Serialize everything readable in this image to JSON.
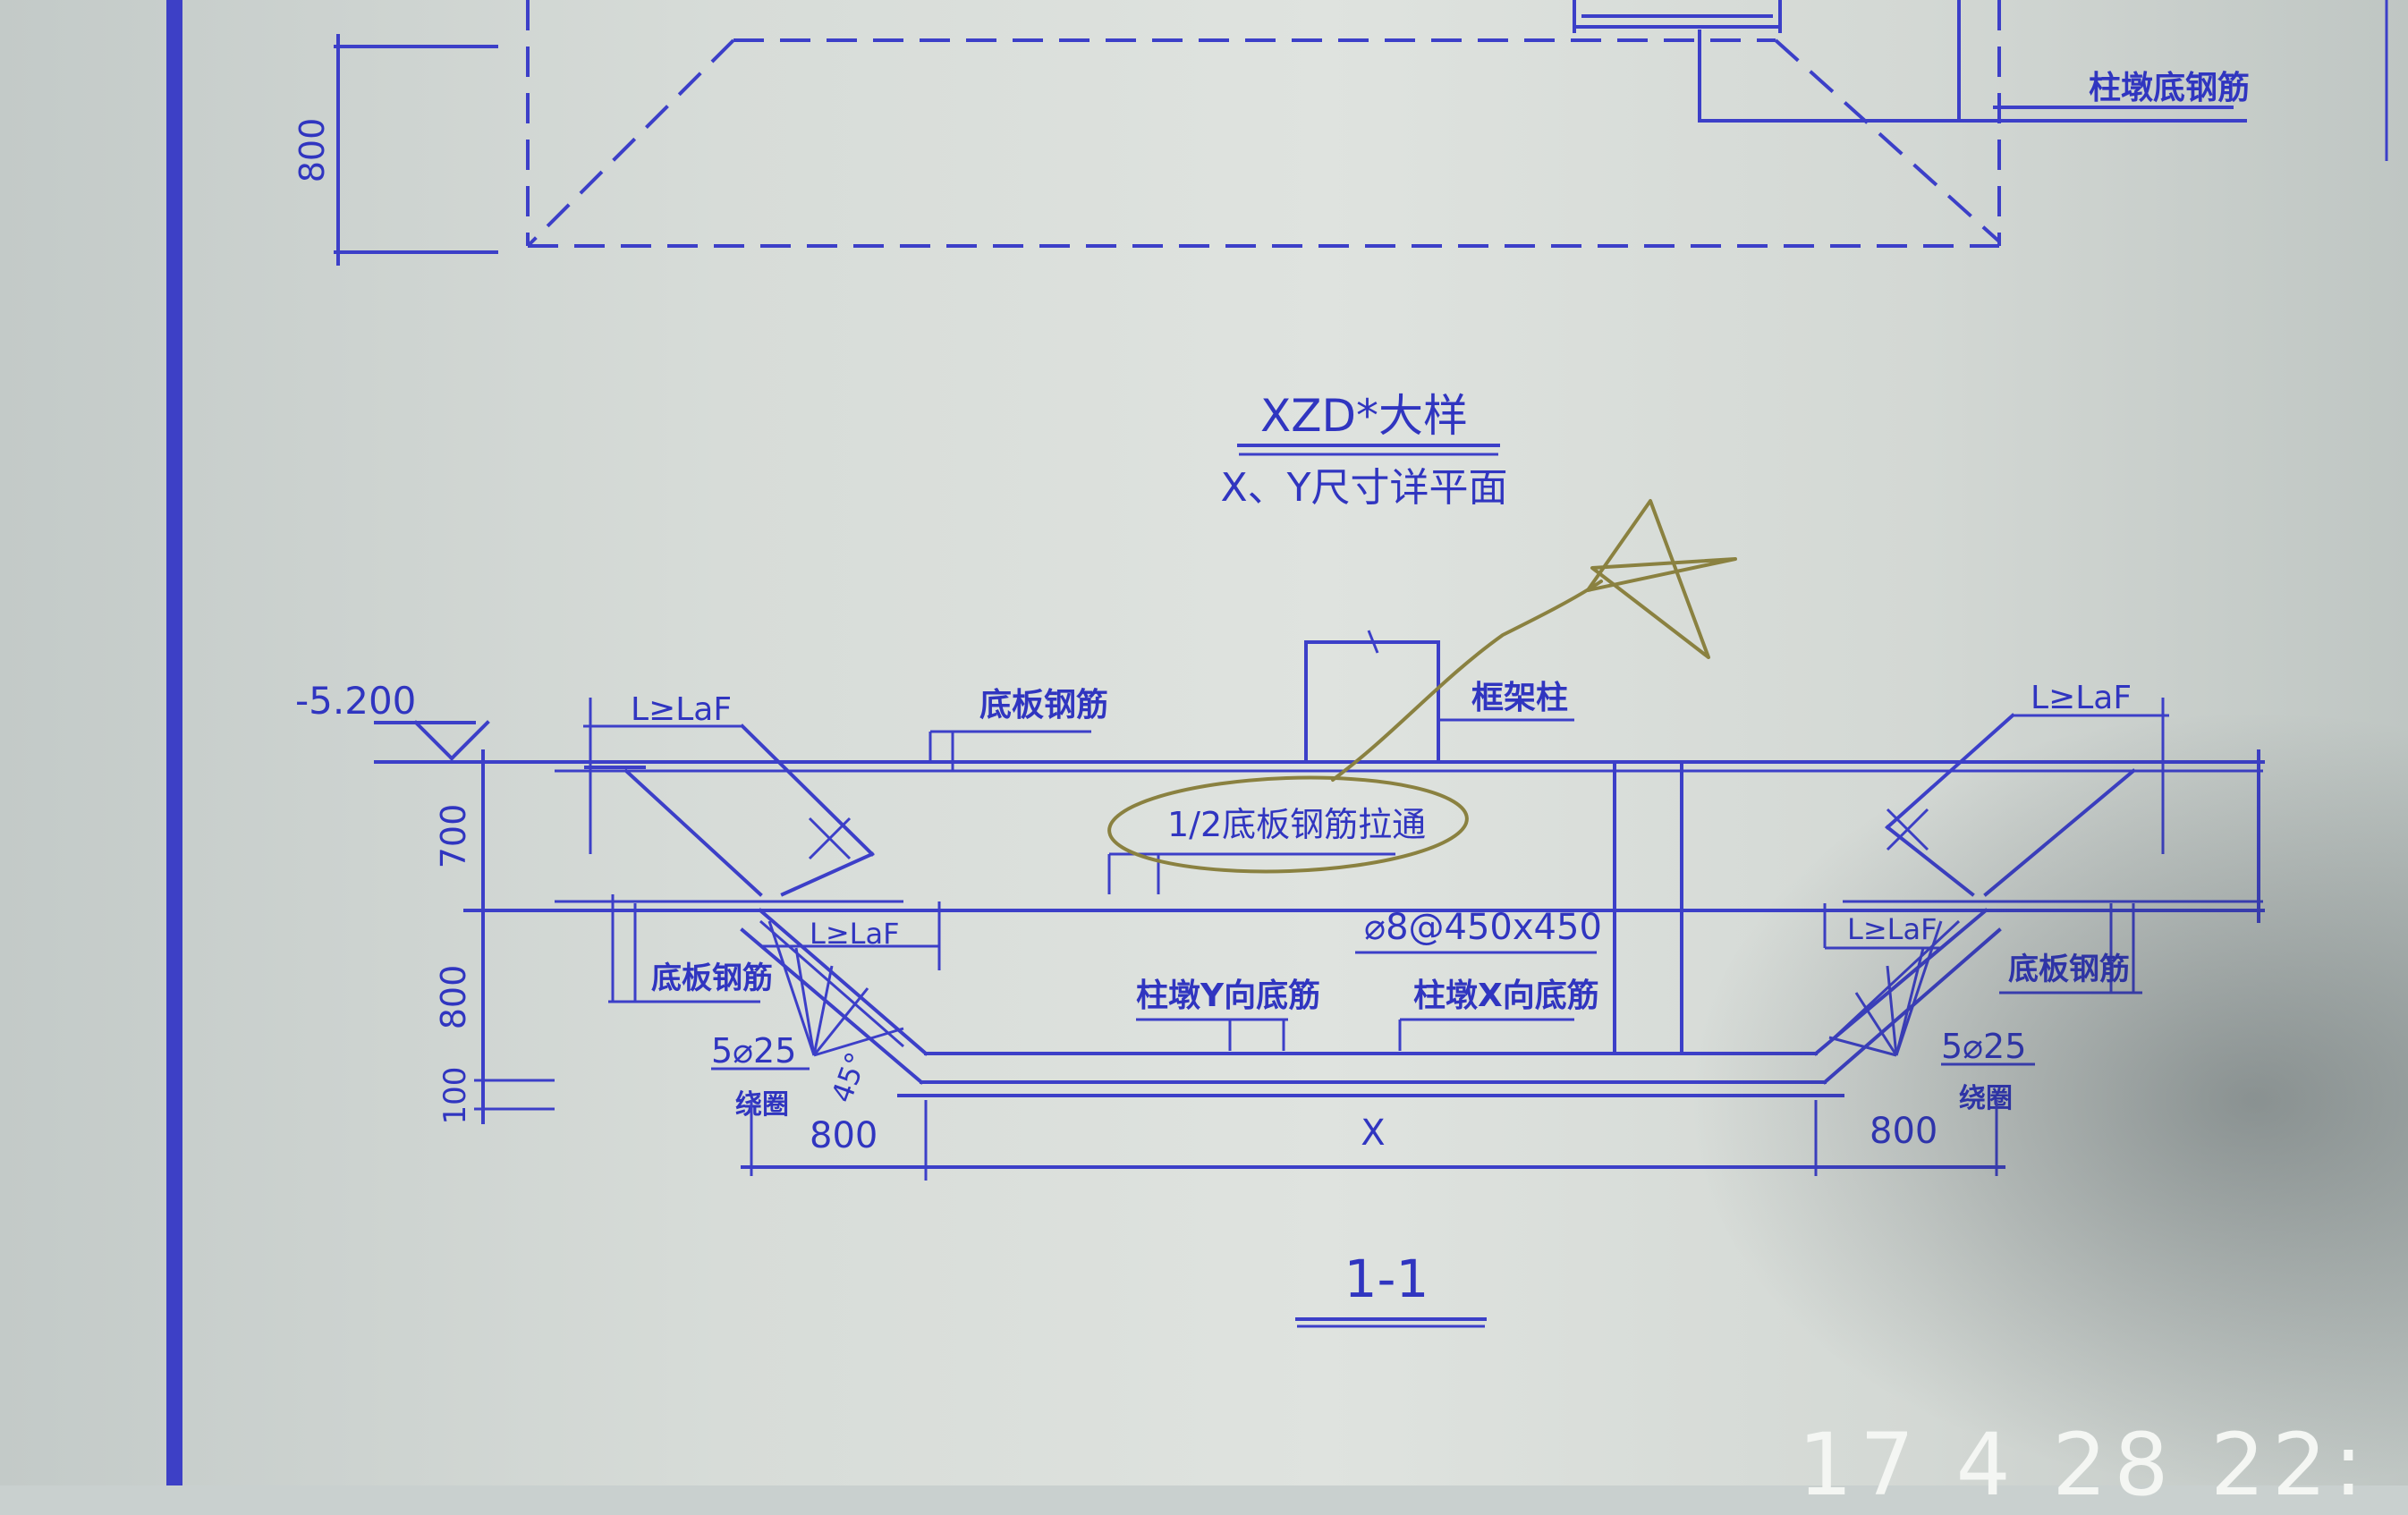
{
  "top_detail": {
    "dim_800": "800",
    "label_column_pier_bottom_rebar": "柱墩底钢筋"
  },
  "title": {
    "main": "XZD*大样",
    "sub": "X、Y尺寸详平面"
  },
  "section": {
    "elevation": "-5.200",
    "lap_left": "L≥LaF",
    "lap_right": "L≥LaF",
    "lap_lower_left": "L≥LaF",
    "lap_lower_right": "L≥LaF",
    "bottom_slab_rebar_top": "底板钢筋",
    "frame_column": "框架柱",
    "half_slab_rebar_through": "1/2底板钢筋拉通",
    "tie_bars": "⌀8@450x450",
    "bottom_slab_rebar_left": "底板钢筋",
    "bottom_slab_rebar_right": "底板钢筋",
    "pier_y_bottom_rebar": "柱墩Y向底筋",
    "pier_x_bottom_rebar": "柱墩X向底筋",
    "left_bars": "5⌀25",
    "left_bars_note": "绕圈",
    "right_bars": "5⌀25",
    "right_bars_note": "绕圈",
    "angle": "45°",
    "dim_700": "700",
    "dim_800_vertical": "800",
    "dim_100": "100",
    "dim_800_left": "800",
    "dim_x": "X",
    "dim_800_right": "800",
    "section_label": "1-1"
  },
  "photo": {
    "timestamp_fragment": "17 4 28 22:"
  }
}
